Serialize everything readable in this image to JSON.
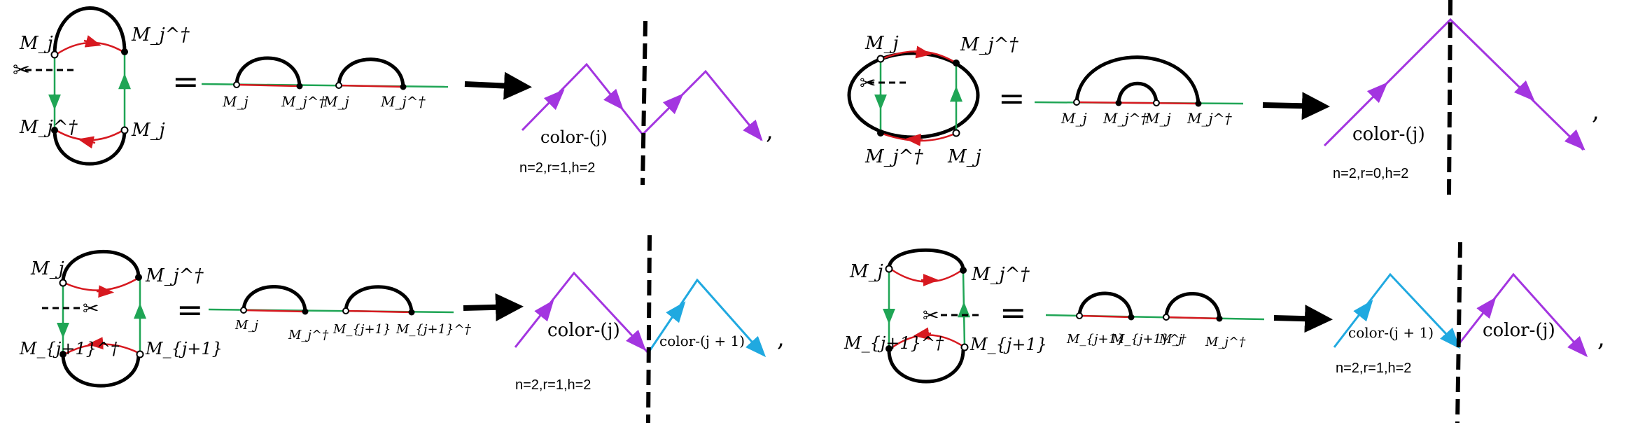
{
  "colors": {
    "black": "#000000",
    "red": "#d71920",
    "green": "#1fa555",
    "purple": "#a335e0",
    "cyan": "#20a9e0"
  },
  "icons": {
    "scissors": "scissors-icon",
    "arrow": "arrow-right-icon"
  },
  "panels": [
    {
      "loop": {
        "top_left": "M_j",
        "top_right": "M_j^†",
        "bottom_left": "M_j^†",
        "bottom_right": "M_j"
      },
      "equals": "=",
      "chord_labels": [
        "M_j",
        "M_j^†",
        "M_j",
        "M_j^†"
      ],
      "color_labels": [
        "color-(j)"
      ],
      "params": "n=2,r=1,h=2",
      "separator": ","
    },
    {
      "loop": {
        "top_left": "M_j",
        "top_right": "M_j^†",
        "bottom_left": "M_j^†",
        "bottom_right": "M_j"
      },
      "equals": "=",
      "chord_labels": [
        "M_j",
        "M_j^†",
        "M_j",
        "M_j^†"
      ],
      "color_labels": [
        "color-(j)"
      ],
      "params": "n=2,r=0,h=2",
      "separator": ","
    },
    {
      "loop": {
        "top_left": "M_j",
        "top_right": "M_j^†",
        "bottom_left": "M_{j+1}^†",
        "bottom_right": "M_{j+1}"
      },
      "equals": "=",
      "chord_labels": [
        "M_j",
        "M_j^†",
        "M_{j+1}",
        "M_{j+1}^†"
      ],
      "color_labels": [
        "color-(j)",
        "color-(j + 1)"
      ],
      "params": "n=2,r=1,h=2",
      "separator": ","
    },
    {
      "loop": {
        "top_left": "M_j",
        "top_right": "M_j^†",
        "bottom_left": "M_{j+1}^†",
        "bottom_right": "M_{j+1}"
      },
      "equals": "=",
      "chord_labels": [
        "M_{j+1}",
        "M_{j+1}^†",
        "M_j",
        "M_j^†"
      ],
      "color_labels": [
        "color-(j + 1)",
        "color-(j)"
      ],
      "params": "n=2,r=1,h=2",
      "separator": ","
    }
  ]
}
